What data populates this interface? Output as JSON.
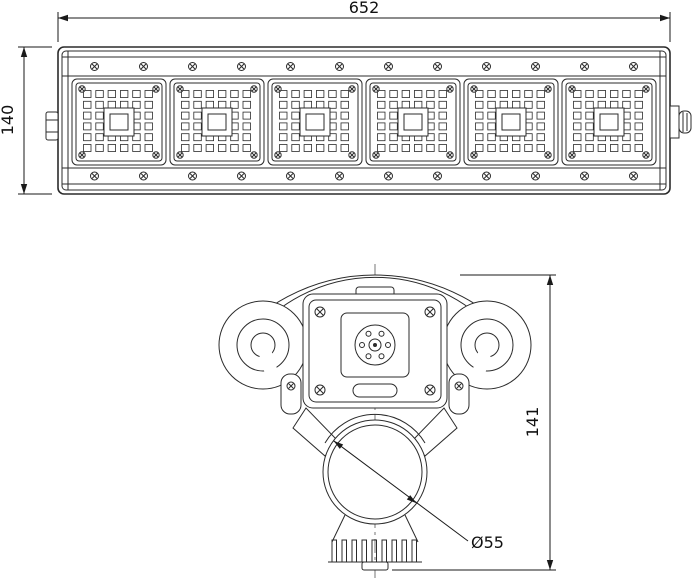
{
  "colors": {
    "background": "#ffffff",
    "line": "#2b2b2b",
    "dim": "#1a1a1a"
  },
  "front_view": {
    "module_count": 6,
    "dim_width": "652",
    "dim_height": "140"
  },
  "section_view": {
    "dim_height": "141",
    "dim_diameter": "Ø55"
  }
}
